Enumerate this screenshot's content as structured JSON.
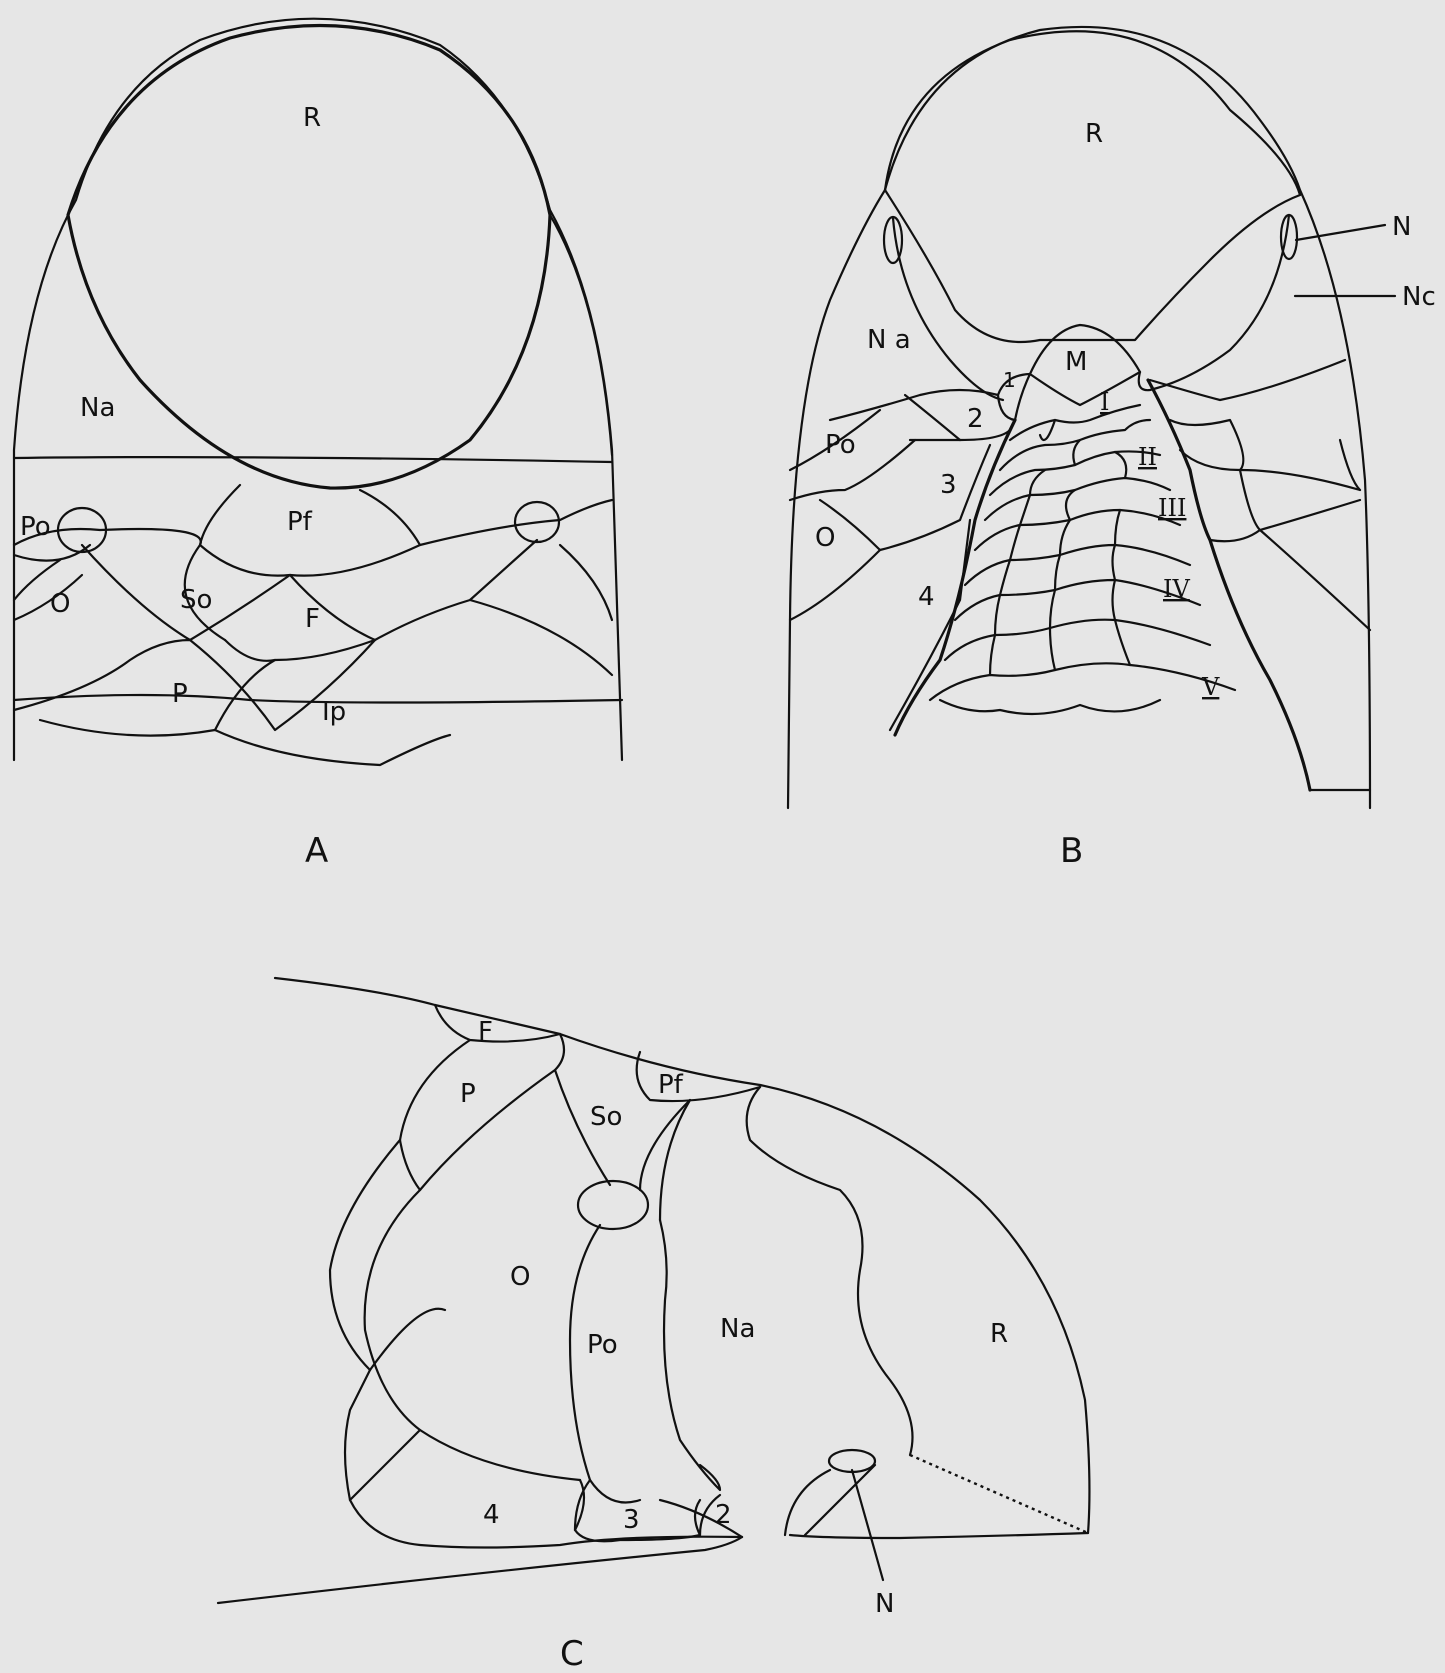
{
  "panels": {
    "a": {
      "caption": "A",
      "labels": {
        "R": "R",
        "Na": "Na",
        "Pf": "Pf",
        "Po": "Po",
        "So": "So",
        "O": "O",
        "F": "F",
        "P": "P",
        "Ip": "Ip"
      }
    },
    "b": {
      "caption": "B",
      "labels": {
        "R": "R",
        "N": "N",
        "Nc": "Nc",
        "Na": "N a",
        "M": "M",
        "Po": "Po",
        "O": "O",
        "s1": "1",
        "s2": "2",
        "s3": "3",
        "s4": "4",
        "r1": "I",
        "r2": "II",
        "r3": "III",
        "r4": "IV",
        "r5": "V"
      }
    },
    "c": {
      "caption": "C",
      "labels": {
        "F": "F",
        "P": "P",
        "So": "So",
        "Pf": "Pf",
        "O": "O",
        "Po": "Po",
        "Na": "Na",
        "R": "R",
        "s4": "4",
        "s3": "3",
        "s2": "2",
        "N": "N"
      }
    }
  }
}
